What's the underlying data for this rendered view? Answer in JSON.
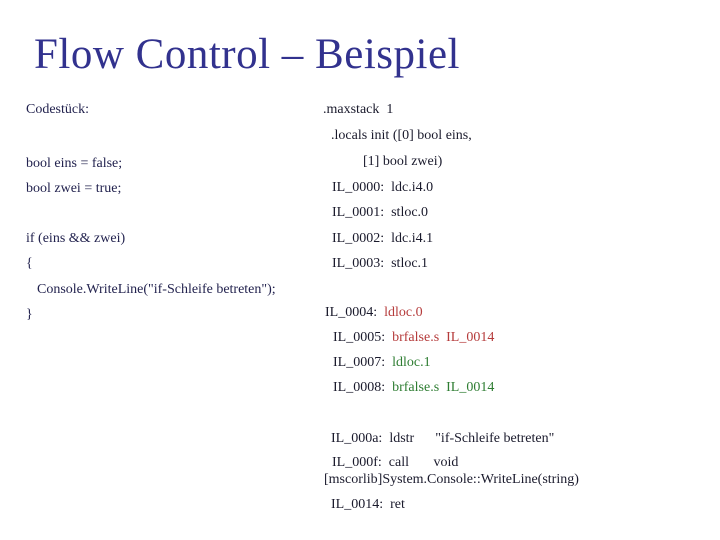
{
  "colors": {
    "bg": "#FFFFFF",
    "title": "#32328E",
    "code": "#22224E",
    "il": "#1A1A2C",
    "red": "#B53B3B",
    "green": "#2E7D32"
  },
  "title": "Flow Control – Beispiel",
  "left_column": {
    "header": "Codestück:",
    "lines": [
      "bool eins = false;",
      "bool zwei = true;",
      "if (eins && zwei)",
      "{",
      "Console.WriteLine(\"if-Schleife betreten\");",
      "}"
    ]
  },
  "right_column": {
    "lines": [
      {
        "label": ".maxstack",
        "code": "  1",
        "color": "ink"
      },
      {
        "label": "",
        "code": ".locals init ([0] bool eins,",
        "color": "ink"
      },
      {
        "label": "",
        "code": "[1] bool zwei)",
        "color": "ink"
      },
      {
        "label": "IL_0000:",
        "code": "  ldc.i4.0",
        "color": "ink"
      },
      {
        "label": "IL_0001:",
        "code": "  stloc.0",
        "color": "ink"
      },
      {
        "label": "IL_0002:",
        "code": "  ldc.i4.1",
        "color": "ink"
      },
      {
        "label": "IL_0003:",
        "code": "  stloc.1",
        "color": "ink"
      },
      {
        "label": "IL_0004:",
        "code": "  ldloc.0",
        "color": "red"
      },
      {
        "label": "IL_0005:",
        "code": "  brfalse.s  IL_0014",
        "color": "red"
      },
      {
        "label": "IL_0007:",
        "code": "  ldloc.1",
        "color": "green"
      },
      {
        "label": "IL_0008:",
        "code": "  brfalse.s  IL_0014",
        "color": "green"
      },
      {
        "label": "IL_000a:",
        "code": "  ldstr      \"if-Schleife betreten\"",
        "color": "ink"
      },
      {
        "label": "IL_000f:",
        "code": "  call       void",
        "color": "ink"
      },
      {
        "label": "",
        "code": "[mscorlib]System.Console::WriteLine(string)",
        "color": "ink"
      },
      {
        "label": "IL_0014:",
        "code": "  ret",
        "color": "ink"
      }
    ]
  }
}
